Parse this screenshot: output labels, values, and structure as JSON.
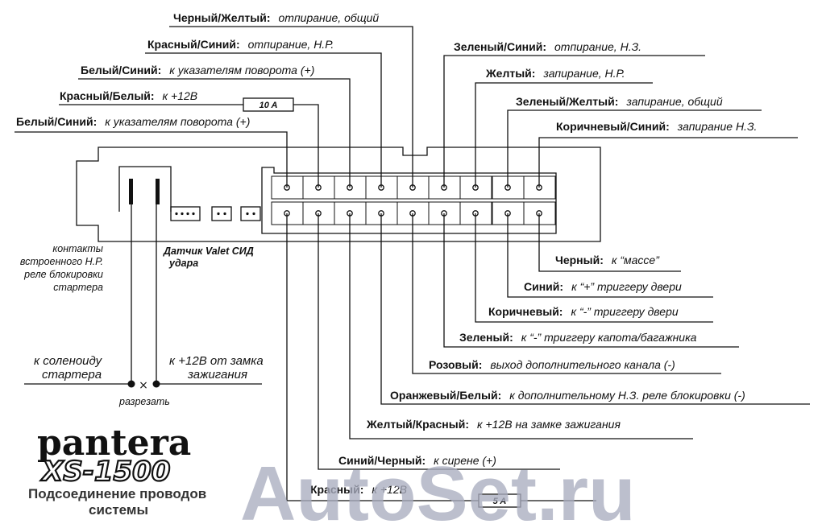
{
  "top_wires": [
    {
      "color": "Черный/Желтый:",
      "function": "отпирание, общий"
    },
    {
      "color": "Красный/Синий:",
      "function": "отпирание, Н.Р."
    },
    {
      "color": "Белый/Синий:",
      "function": "к указателям поворота (+)"
    },
    {
      "color": "Красный/Белый:",
      "function": "к +12В"
    },
    {
      "color": "Белый/Синий:",
      "function": "к указателям поворота (+)"
    },
    {
      "color": "Зеленый/Синий:",
      "function": "отпирание, Н.З."
    },
    {
      "color": "Желтый:",
      "function": "запирание, Н.Р."
    },
    {
      "color": "Зеленый/Желтый:",
      "function": "запирание, общий"
    },
    {
      "color": "Коричневый/Синий:",
      "function": "запирание Н.З."
    }
  ],
  "bottom_wires": [
    {
      "color": "Черный:",
      "function": "к “массе”"
    },
    {
      "color": "Синий:",
      "function": "к “+” триггеру двери"
    },
    {
      "color": "Коричневый:",
      "function": "к “-” триггеру двери"
    },
    {
      "color": "Зеленый:",
      "function": "к “-” триггеру капота/багажника"
    },
    {
      "color": "Розовый:",
      "function": "выход дополнительного канала (-)"
    },
    {
      "color": "Оранжевый/Белый:",
      "function": "к дополнительному Н.З. реле блокировки (-)"
    },
    {
      "color": "Желтый/Красный:",
      "function": "к +12В на замке зажигания"
    },
    {
      "color": "Синий/Черный:",
      "function": "к сирене (+)"
    },
    {
      "color": "Красный:",
      "function": "к +12В"
    }
  ],
  "fuses": {
    "top": "10 A",
    "bottom": "5 A"
  },
  "notes": {
    "relay_line1": "контакты",
    "relay_line2": "встроенного Н.Р.",
    "relay_line3": "реле блокировки",
    "relay_line4": "стартера",
    "sensor_line1": "Датчик Valet СИД",
    "sensor_line2": "удара",
    "solenoid_line1": "к соленоиду",
    "solenoid_line2": "стартера",
    "ignition_line1": "к +12В от замка",
    "ignition_line2": "зажигания",
    "cut": "разрезать"
  },
  "branding": {
    "brand": "pantera",
    "model": "XS-1500",
    "caption_line1": "Подсоединение проводов",
    "caption_line2": "системы",
    "watermark": "AutoSet.ru"
  },
  "colors": {
    "ink": "#111111",
    "watermark": "#a9adbf",
    "background": "#ffffff"
  }
}
